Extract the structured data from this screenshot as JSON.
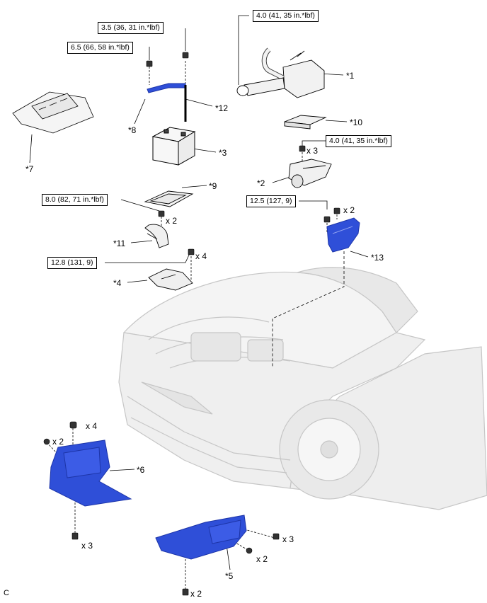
{
  "torque_specs": {
    "t1": "3.5 (36, 31 in.*lbf)",
    "t2": "6.5 (66, 58 in.*lbf)",
    "t3": "4.0 (41, 35 in.*lbf)",
    "t4": "4.0 (41, 35 in.*lbf)",
    "t5": "8.0 (82, 71 in.*lbf)",
    "t6": "12.5 (127, 9)",
    "t7": "12.8 (131, 9)"
  },
  "callouts": {
    "c1": "*1",
    "c2": "*2",
    "c3": "*3",
    "c4": "*4",
    "c5": "*5",
    "c6": "*6",
    "c7": "*7",
    "c8": "*8",
    "c9": "*9",
    "c10": "*10",
    "c11": "*11",
    "c12": "*12",
    "c13": "*13"
  },
  "quantities": {
    "q_bolt_x3_top": "x 3",
    "q_clip_x2_ecu": "x 2",
    "q_bolt_x2_tray": "x 2",
    "q_bolt_x4_bracket": "x 4",
    "q_x4_cover6": "x 4",
    "q_x2_cover6": "x 2",
    "q_x3_cover6_bottom": "x 3",
    "q_x3_cover5": "x 3",
    "q_x2_cover5_mid": "x 2",
    "q_x2_cover5_bottom": "x 2"
  },
  "corner_label": "C",
  "colors": {
    "part_blue": "#2f4fd8",
    "part_blue_dark": "#1d35a8",
    "line": "#000000",
    "car_outline": "#c8c8c8"
  }
}
